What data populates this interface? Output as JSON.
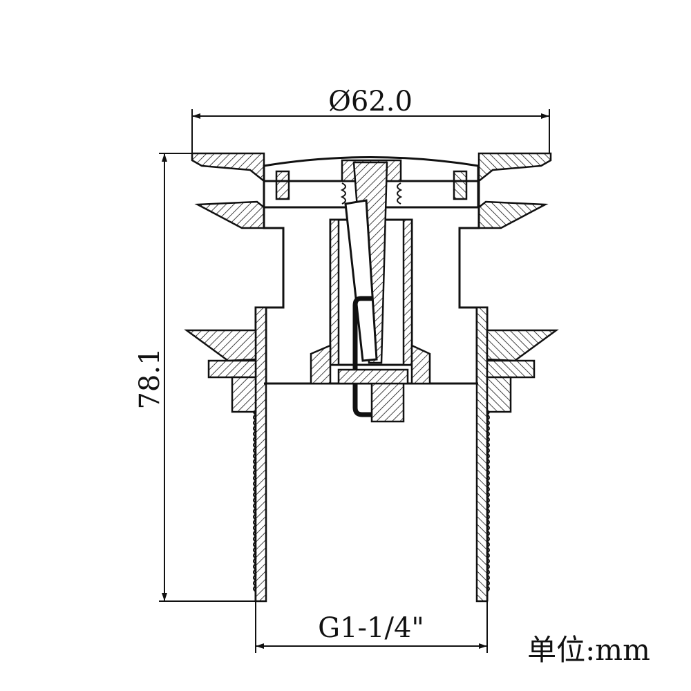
{
  "dimensions": {
    "diameter": "Ø62.0",
    "height": "78.1",
    "thread": "G1-1/4\""
  },
  "unit_label": "单位:mm",
  "colors": {
    "line": "#111111",
    "background": "#ffffff"
  }
}
